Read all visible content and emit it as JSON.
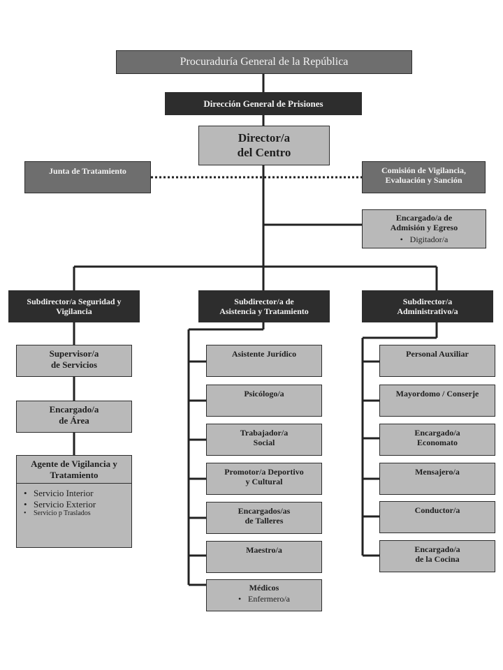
{
  "top": {
    "title": "Procuraduría General de la República"
  },
  "dgp": {
    "title": "Dirección General de Prisiones"
  },
  "director": {
    "line1": "Director/a",
    "line2": "del Centro"
  },
  "junta": {
    "title": "Junta de Tratamiento"
  },
  "comision": {
    "line1": "Comisión de Vigilancia,",
    "line2": "Evaluación y Sanción"
  },
  "admision": {
    "line1": "Encargado/a de",
    "line2": "Admisión y Egreso",
    "items": [
      "Digitador/a"
    ]
  },
  "sub_seguridad": {
    "line1": "Subdirector/a Seguridad y",
    "line2": "Vigilancia"
  },
  "sub_asistencia": {
    "line1": "Subdirector/a de",
    "line2": "Asistencia y Tratamiento"
  },
  "sub_admin": {
    "line1": "Subdirector/a",
    "line2": "Administrativo/a"
  },
  "seguridad": {
    "supervisor": {
      "line1": "Supervisor/a",
      "line2": "de Servicios"
    },
    "encargado_area": {
      "line1": "Encargado/a",
      "line2": "de Área"
    },
    "agente": {
      "line1": "Agente de Vigilancia y",
      "line2": "Tratamiento",
      "items": [
        "Servicio Interior",
        "Servicio Exterior",
        "Servicio p Traslados"
      ]
    }
  },
  "asistencia": {
    "juridico": {
      "line1": "Asistente Jurídico"
    },
    "psicologo": {
      "line1": "Psicólogo/a"
    },
    "trabajador": {
      "line1": "Trabajador/a",
      "line2": "Social"
    },
    "promotor": {
      "line1": "Promotor/a Deportivo",
      "line2": "y Cultural"
    },
    "talleres": {
      "line1": "Encargados/as",
      "line2": "de Talleres"
    },
    "maestro": {
      "line1": "Maestro/a"
    },
    "medicos": {
      "line1": "Médicos",
      "items": [
        "Enfermero/a"
      ]
    }
  },
  "administrativo": {
    "personal": {
      "line1": "Personal Auxiliar"
    },
    "mayordomo": {
      "line1": "Mayordomo / Conserje"
    },
    "economato": {
      "line1": "Encargado/a",
      "line2": "Economato"
    },
    "mensajero": {
      "line1": "Mensajero/a"
    },
    "conductor": {
      "line1": "Conductor/a"
    },
    "cocina": {
      "line1": "Encargado/a",
      "line2": "de la Cocina"
    }
  },
  "colors": {
    "dark": "#2d2d2d",
    "mid": "#6e6e6e",
    "light": "#b9b9b9",
    "line": "#222222"
  }
}
